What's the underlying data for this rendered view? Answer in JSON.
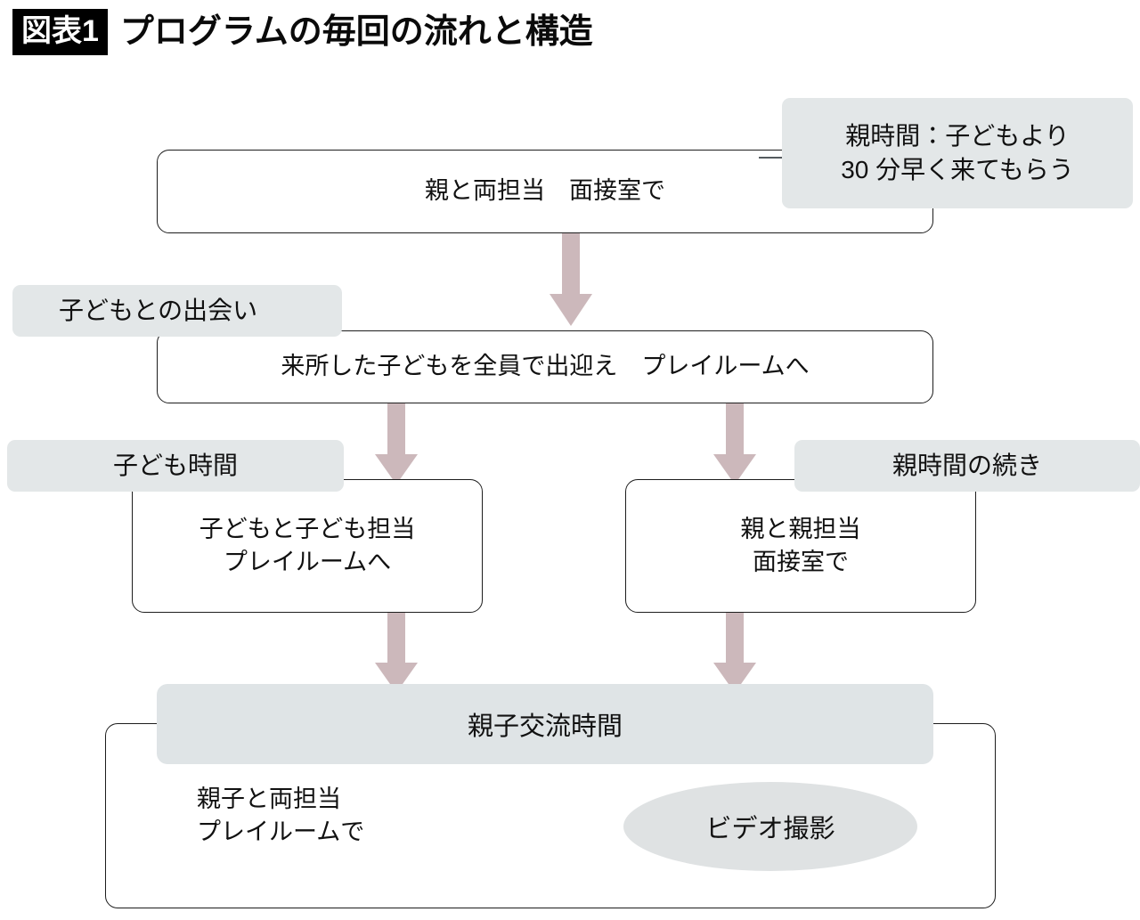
{
  "header": {
    "figure_tag": "図表1",
    "title": "プログラムの毎回の流れと構造"
  },
  "colors": {
    "arrow": "#ccb8bb",
    "tag_fill": "#e3e7e8",
    "banner_fill": "#dfe4e6",
    "ellipse_fill": "#dfe2e3",
    "node_border": "#1d1d1d",
    "background": "#ffffff",
    "title_tag_bg": "#000000"
  },
  "flow": {
    "nodes": [
      {
        "id": "parent-interview",
        "text": "親と両担当　面接室で"
      },
      {
        "id": "welcome-children",
        "text": "来所した子どもを全員で出迎え　プレイルームへ"
      },
      {
        "id": "child-session",
        "line1": "子どもと子ども担当",
        "line2": "プレイルームへ"
      },
      {
        "id": "parent-session",
        "line1": "親と親担当",
        "line2": "面接室で"
      },
      {
        "id": "family-session",
        "line1": "親子と両担当",
        "line2": "プレイルームで"
      }
    ],
    "tags": [
      {
        "id": "parent-time-note",
        "line1": "親時間：子どもより",
        "line2": "30 分早く来てもらう"
      },
      {
        "id": "meeting-children",
        "text": "子どもとの出会い"
      },
      {
        "id": "child-time",
        "text": "子ども時間"
      },
      {
        "id": "parent-time-continued",
        "text": "親時間の続き"
      }
    ],
    "banner": {
      "id": "family-exchange-time",
      "text": "親子交流時間"
    },
    "ellipse": {
      "id": "video-recording",
      "text": "ビデオ撮影"
    },
    "arrow_count": 5
  }
}
